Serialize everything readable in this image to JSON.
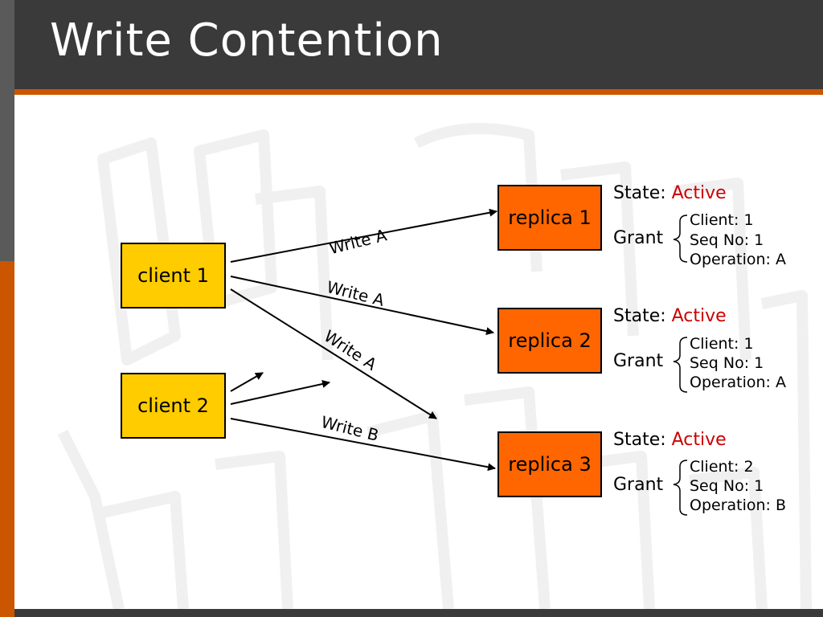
{
  "slide": {
    "title": "Write Contention"
  },
  "colors": {
    "title_bar": "#3a3a3a",
    "accent": "#cc5500",
    "client_fill": "#ffcc00",
    "replica_fill": "#ff6600",
    "state_value": "#cc0000"
  },
  "clients": [
    {
      "label": "client 1"
    },
    {
      "label": "client 2"
    }
  ],
  "replicas": [
    {
      "label": "replica 1",
      "state_label": "State: ",
      "state_value": "Active",
      "grant_label": "Grant",
      "grant": {
        "client": "Client: 1",
        "seq": "Seq No: 1",
        "op": "Operation: A"
      }
    },
    {
      "label": "replica 2",
      "state_label": "State: ",
      "state_value": "Active",
      "grant_label": "Grant",
      "grant": {
        "client": "Client: 1",
        "seq": "Seq No: 1",
        "op": "Operation: A"
      }
    },
    {
      "label": "replica 3",
      "state_label": "State: ",
      "state_value": "Active",
      "grant_label": "Grant",
      "grant": {
        "client": "Client: 2",
        "seq": "Seq No: 1",
        "op": "Operation: B"
      }
    }
  ],
  "edges": [
    {
      "label": "Write A"
    },
    {
      "label": "Write A"
    },
    {
      "label": "Write A"
    },
    {
      "label": "Write B"
    }
  ]
}
